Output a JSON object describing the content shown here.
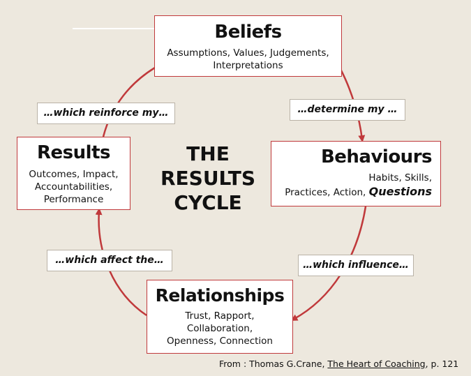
{
  "title": {
    "lines": [
      "THE",
      "RESULTS",
      "CYCLE"
    ]
  },
  "boxes": {
    "beliefs": {
      "title": "Beliefs",
      "lines": [
        "Assumptions, Values, Judgements,",
        "Interpretations"
      ]
    },
    "behaviours": {
      "title": "Behaviours",
      "lines": [
        "Habits, Skills,"
      ],
      "last_line_prefix": "Practices, Action, ",
      "last_line_emphasis": "Questions"
    },
    "relationships": {
      "title": "Relationships",
      "lines": [
        "Trust, Rapport,",
        "Collaboration,",
        "Openness, Connection"
      ]
    },
    "results": {
      "title": "Results",
      "lines": [
        "Outcomes, Impact,",
        "Accountabilities,",
        "Performance"
      ]
    }
  },
  "connectors": {
    "reinforce": "…which reinforce my…",
    "determine": "…determine my …",
    "influence": "…which influence…",
    "affect": "…which affect the…"
  },
  "citation": {
    "prefix": "From :  Thomas G.Crane, ",
    "book": "The Heart of Coaching",
    "suffix": ", p. 121"
  },
  "colors": {
    "background": "#ede8de",
    "arrow": "#c0393b",
    "box_border": "#c0393b",
    "connector_border": "#b9b2a6"
  }
}
